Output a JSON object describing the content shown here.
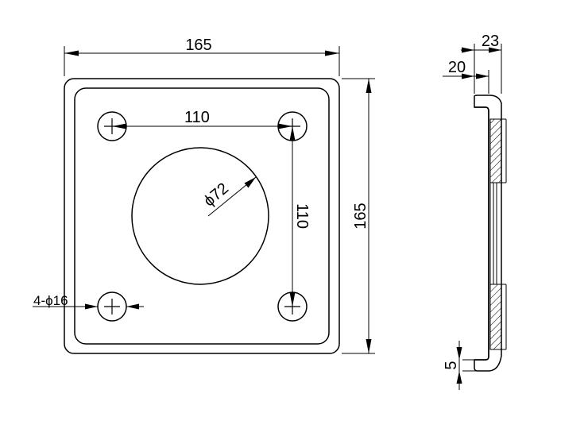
{
  "drawing": {
    "dims": {
      "overall_width": "165",
      "overall_height": "165",
      "hole_spacing_x": "110",
      "hole_spacing_y": "110",
      "center_hole": "ϕ72",
      "bolt_holes": "4-ϕ16",
      "thickness_total": "23",
      "thickness_flange": "20",
      "lip": "5"
    },
    "colors": {
      "line": "#000000",
      "background": "#ffffff"
    }
  }
}
